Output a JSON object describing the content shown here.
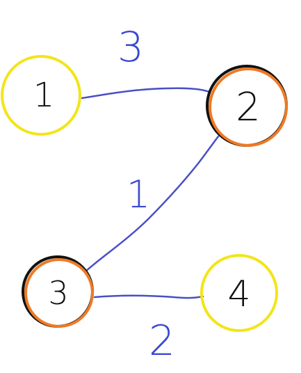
{
  "colors": {
    "edge": "#4a4fc4",
    "weight_text": "#3a49d0",
    "node_text": "#111111",
    "yellow_ring": "#f2e51a",
    "orange_ring": "#ee7a25",
    "black_ring": "#111111"
  },
  "nodes": [
    {
      "id": "1",
      "label": "1",
      "style": "yellow"
    },
    {
      "id": "2",
      "label": "2",
      "style": "orange"
    },
    {
      "id": "3",
      "label": "3",
      "style": "orange"
    },
    {
      "id": "4",
      "label": "4",
      "style": "yellow"
    }
  ],
  "edges": [
    {
      "from": "1",
      "to": "2",
      "weight": "3"
    },
    {
      "from": "2",
      "to": "3",
      "weight": "1"
    },
    {
      "from": "3",
      "to": "4",
      "weight": "2"
    }
  ]
}
